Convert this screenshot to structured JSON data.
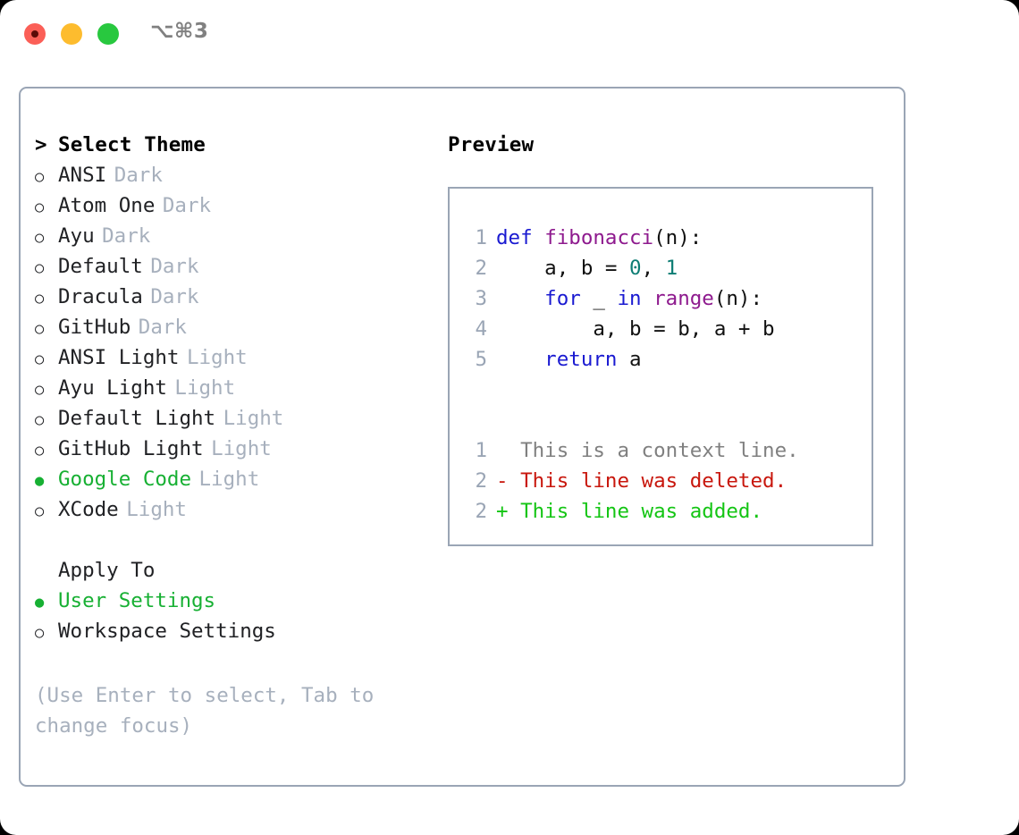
{
  "window": {
    "traffic_lights": [
      "close",
      "minimize",
      "maximize"
    ],
    "shortcut_label": "⌥⌘3",
    "accent_green": "#17b033",
    "border_color": "#9aa5b5",
    "muted_color": "#a7b0bd"
  },
  "theme_selector": {
    "caret": ">",
    "title": "Select Theme",
    "marker_selected": "●",
    "marker_unselected": "○",
    "items": [
      {
        "name": "ANSI",
        "variant": "Dark",
        "selected": false
      },
      {
        "name": "Atom One",
        "variant": "Dark",
        "selected": false
      },
      {
        "name": "Ayu",
        "variant": "Dark",
        "selected": false
      },
      {
        "name": "Default",
        "variant": "Dark",
        "selected": false
      },
      {
        "name": "Dracula",
        "variant": "Dark",
        "selected": false
      },
      {
        "name": "GitHub",
        "variant": "Dark",
        "selected": false
      },
      {
        "name": "ANSI Light",
        "variant": "Light",
        "selected": false
      },
      {
        "name": "Ayu Light",
        "variant": "Light",
        "selected": false
      },
      {
        "name": "Default Light",
        "variant": "Light",
        "selected": false
      },
      {
        "name": "GitHub Light",
        "variant": "Light",
        "selected": false
      },
      {
        "name": "Google Code",
        "variant": "Light",
        "selected": true
      },
      {
        "name": "XCode",
        "variant": "Light",
        "selected": false
      }
    ]
  },
  "apply_to": {
    "title": "Apply To",
    "options": [
      {
        "name": "User Settings",
        "selected": true
      },
      {
        "name": "Workspace Settings",
        "selected": false
      }
    ]
  },
  "hint": "(Use Enter to select, Tab to change focus)",
  "preview": {
    "title": "Preview",
    "code_lines": [
      {
        "num": "1",
        "tokens": [
          {
            "t": "def ",
            "c": "kw"
          },
          {
            "t": "fibonacci",
            "c": "fn"
          },
          {
            "t": "(n):",
            "c": "plain"
          }
        ]
      },
      {
        "num": "2",
        "tokens": [
          {
            "t": "    a, b = ",
            "c": "plain"
          },
          {
            "t": "0",
            "c": "num"
          },
          {
            "t": ", ",
            "c": "plain"
          },
          {
            "t": "1",
            "c": "num"
          }
        ]
      },
      {
        "num": "3",
        "tokens": [
          {
            "t": "    for ",
            "c": "kw"
          },
          {
            "t": "_ ",
            "c": "plain"
          },
          {
            "t": "in ",
            "c": "kw"
          },
          {
            "t": "range",
            "c": "fn"
          },
          {
            "t": "(n):",
            "c": "plain"
          }
        ]
      },
      {
        "num": "4",
        "tokens": [
          {
            "t": "        a, b = b, a + b",
            "c": "plain"
          }
        ]
      },
      {
        "num": "5",
        "tokens": [
          {
            "t": "    return ",
            "c": "kw"
          },
          {
            "t": "a",
            "c": "plain"
          }
        ]
      }
    ],
    "diff_lines": [
      {
        "num": "1",
        "sign": " ",
        "text": "This is a context line.",
        "kind": "ctx"
      },
      {
        "num": "2",
        "sign": "-",
        "text": "This line was deleted.",
        "kind": "del"
      },
      {
        "num": "2",
        "sign": "+",
        "text": "This line was added.",
        "kind": "add"
      }
    ]
  }
}
